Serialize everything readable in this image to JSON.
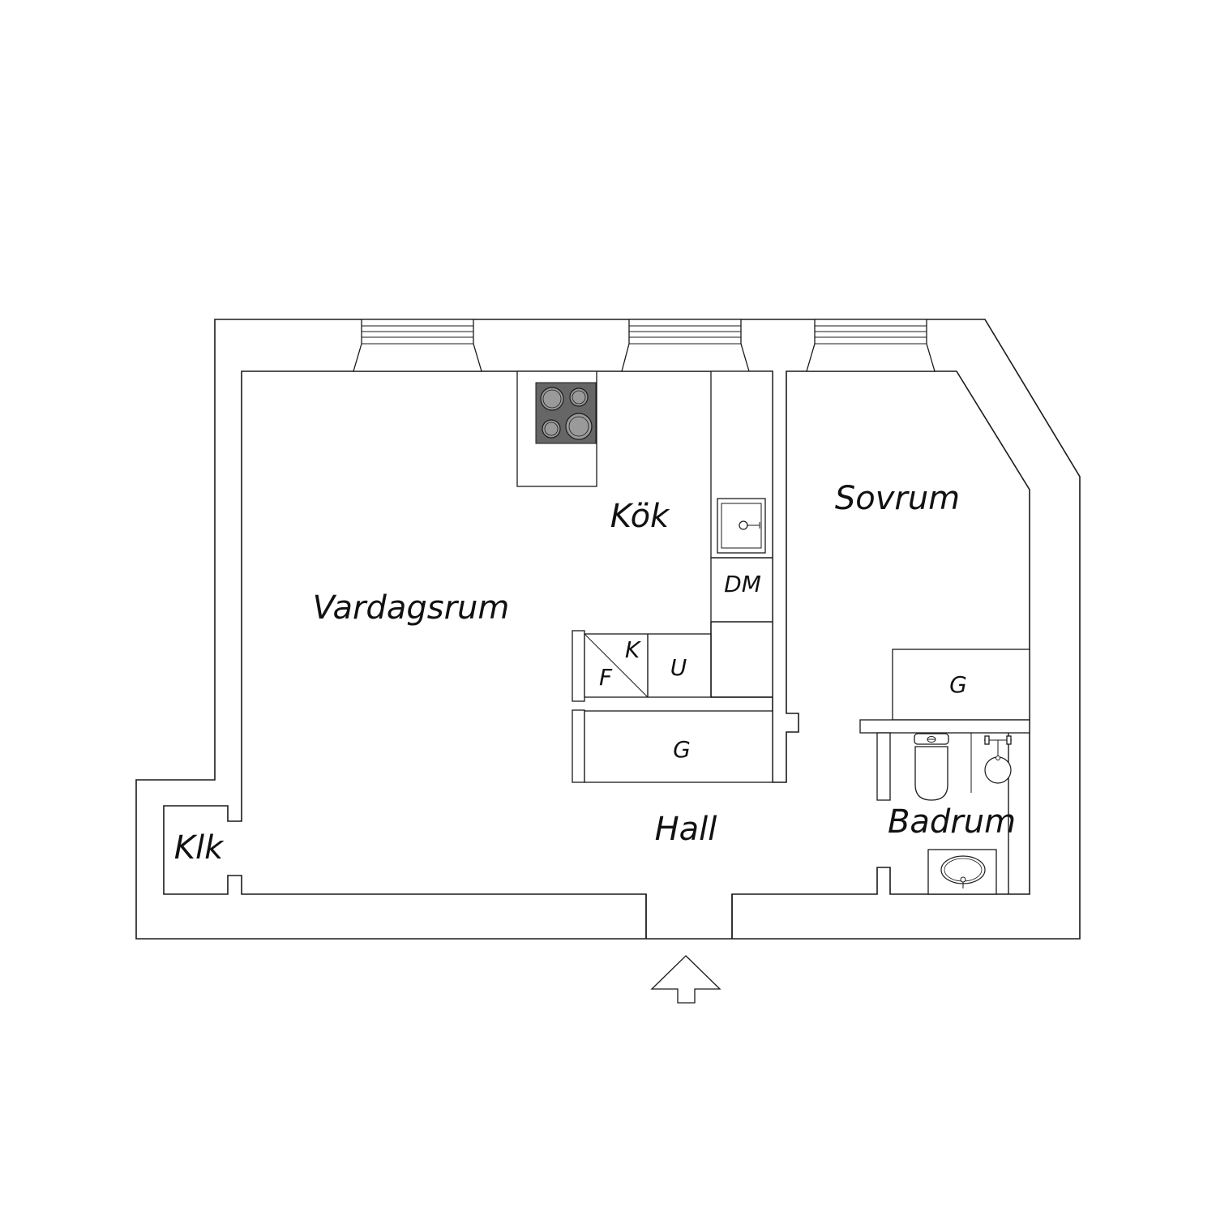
{
  "plan": {
    "rooms": {
      "vardagsrum": "Vardagsrum",
      "kok": "Kök",
      "sovrum": "Sovrum",
      "hall": "Hall",
      "badrum": "Badrum",
      "klk": "Klk"
    },
    "fixtures": {
      "dishwasher": "DM",
      "fridge": "K",
      "freezer": "F",
      "oven": "U",
      "wardrobe_hall": "G",
      "wardrobe_bedroom": "G"
    }
  },
  "colors": {
    "line": "#1a1a1a",
    "hob_top": "#666666",
    "background": "#ffffff"
  },
  "icons": [
    "hob-icon",
    "kitchen-sink-icon",
    "toilet-icon",
    "shower-icon",
    "washbasin-icon",
    "entrance-arrow-icon"
  ]
}
